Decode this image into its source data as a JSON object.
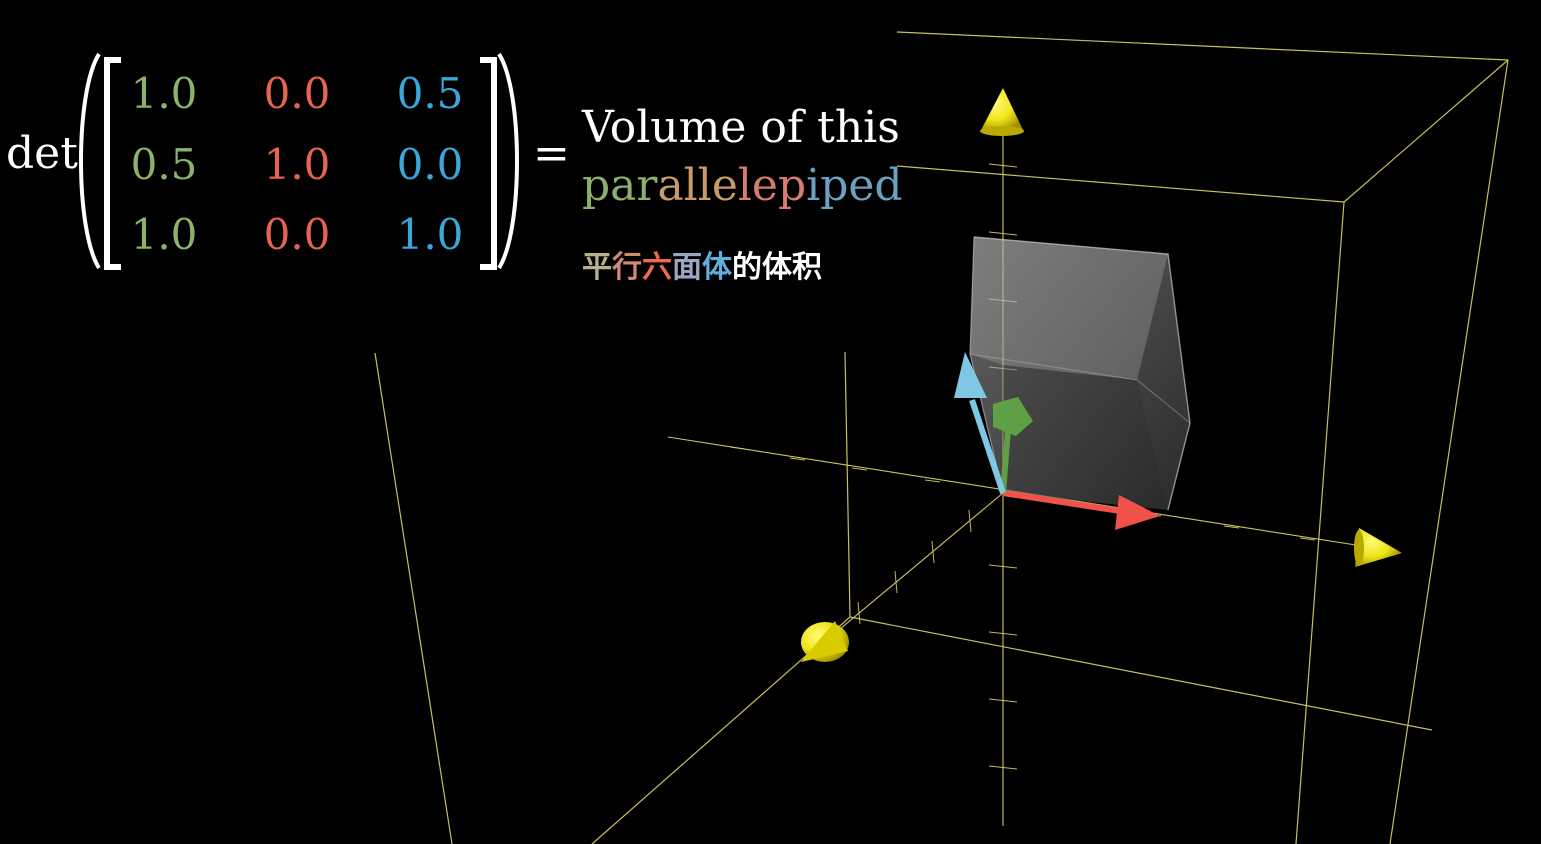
{
  "formula": {
    "det_label": "det",
    "equals": "=",
    "matrix": [
      [
        "1.0",
        "0.0",
        "0.5"
      ],
      [
        "0.5",
        "1.0",
        "0.0"
      ],
      [
        "1.0",
        "0.0",
        "1.0"
      ]
    ],
    "column_colors": [
      "#8bb26a",
      "#e4644f",
      "#38a8d8"
    ]
  },
  "caption": {
    "volume": "Volume of this",
    "parallelepiped_segments": [
      {
        "text": "par",
        "color": "#8cb06b"
      },
      {
        "text": "alle",
        "color": "#c99a6c"
      },
      {
        "text": "lep",
        "color": "#d67a72"
      },
      {
        "text": "iped",
        "color": "#6aa3c1"
      }
    ]
  },
  "chinese_caption": {
    "segments": [
      {
        "text": "平",
        "color": "#b8b08a"
      },
      {
        "text": "行",
        "color": "#d28a72"
      },
      {
        "text": "六",
        "color": "#ef6a4f"
      },
      {
        "text": "面",
        "color": "#9aa6c6"
      },
      {
        "text": "体",
        "color": "#5fb0de"
      },
      {
        "text": "的体积",
        "color": "#ffffff"
      }
    ]
  },
  "scene": {
    "axis_color": "#d8cf69",
    "arrow_color": "#f2ea12",
    "vector_colors": {
      "i_hat": "#f0524a",
      "j_hat": "#5f9f46",
      "k_hat": "#7ec8e6"
    },
    "cube_face": "#9b9b9b"
  }
}
